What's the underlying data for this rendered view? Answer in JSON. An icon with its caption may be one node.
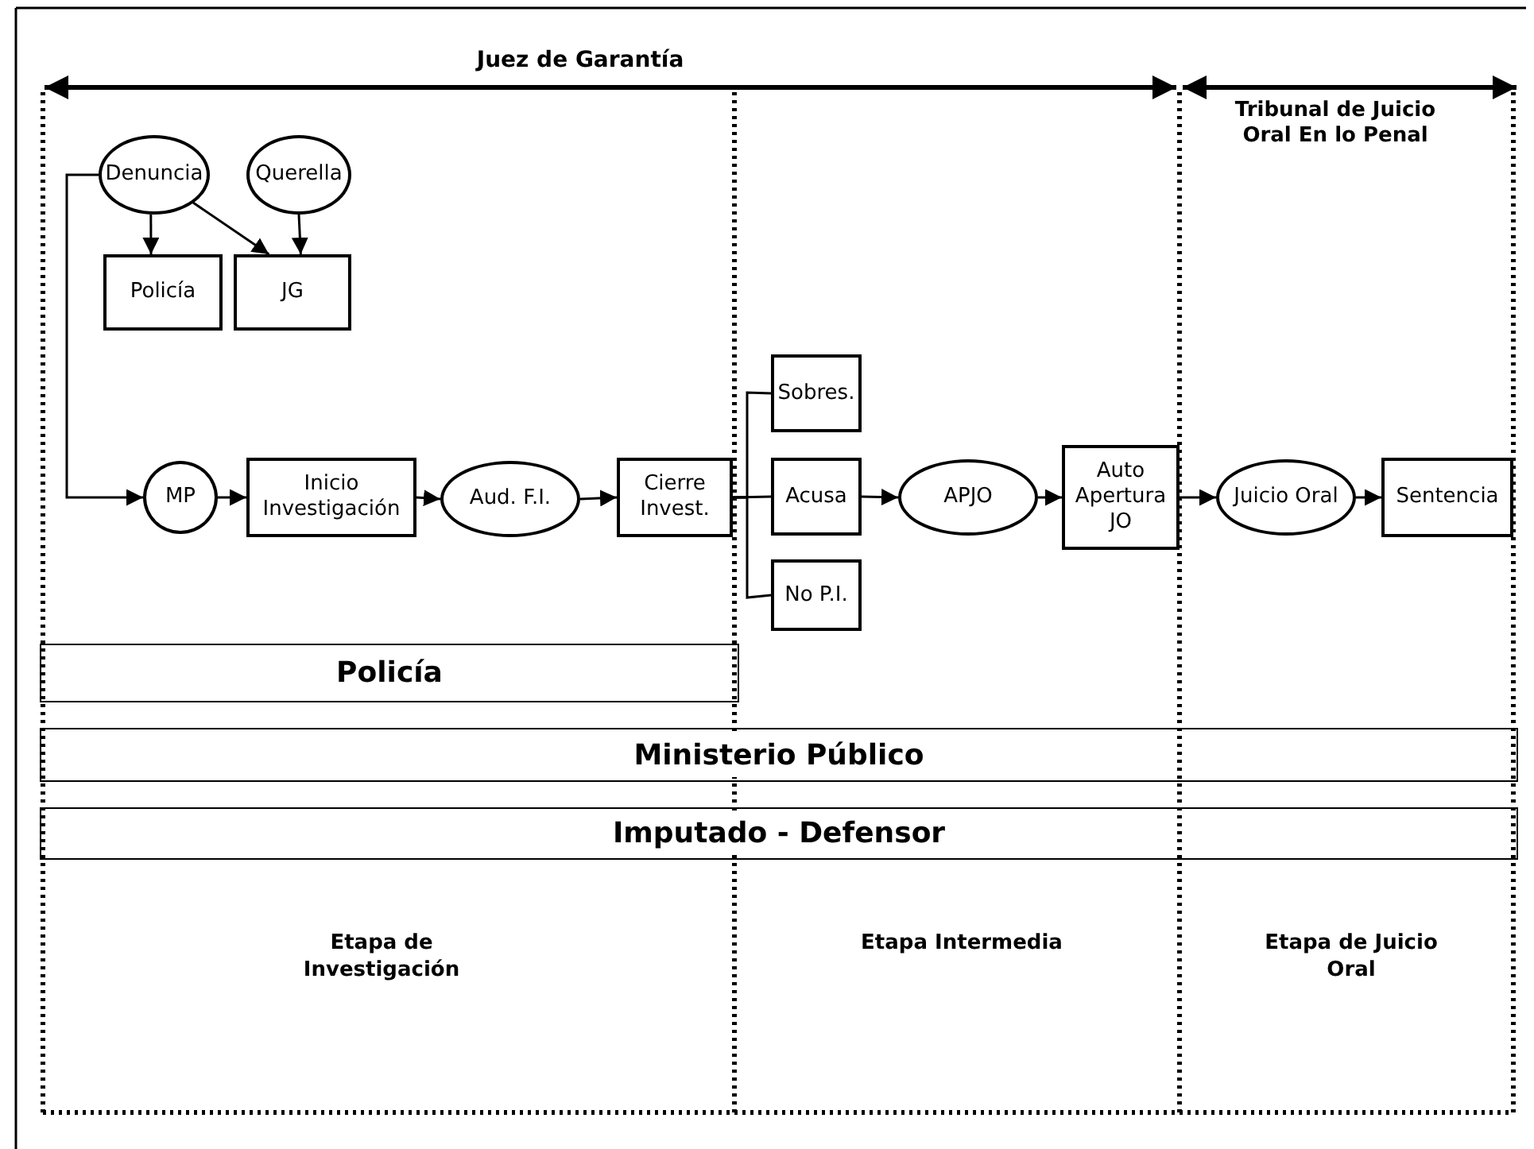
{
  "diagram": {
    "nodes": [
      {
        "text": [
          "Denuncia"
        ]
      },
      {
        "text": [
          "Querella"
        ]
      },
      {
        "text": [
          "Policía"
        ]
      },
      {
        "text": [
          "JG"
        ]
      },
      {
        "text": [
          "MP"
        ]
      },
      {
        "text": [
          "Inicio Investigación"
        ]
      },
      {
        "text": [
          "Aud. F.I."
        ]
      },
      {
        "text": [
          "Cierre Invest."
        ]
      },
      {
        "text": [
          "Sobres."
        ]
      },
      {
        "text": [
          "Acusa"
        ]
      },
      {
        "text": [
          "No P.I."
        ]
      },
      {
        "text": [
          "APJO"
        ]
      },
      {
        "text": [
          "Auto Apertura JO"
        ]
      },
      {
        "text": [
          "Juicio Oral"
        ]
      },
      {
        "text": [
          "Sentencia"
        ]
      },
      {
        "text": [
          "Policía"
        ]
      },
      {
        "text": [
          "Ministerio Público"
        ]
      },
      {
        "text": [
          "Imputado - Defensor"
        ]
      }
    ],
    "edges": [
      {
        "from": 0,
        "to": 2,
        "arrow": "to"
      },
      {
        "from": 0,
        "to": 3,
        "arrow": "to"
      },
      {
        "from": 1,
        "to": 3,
        "arrow": "to"
      },
      {
        "from": 0,
        "to": 4,
        "arrow": "to"
      },
      {
        "from": 4,
        "to": 5,
        "arrow": "to"
      },
      {
        "from": 5,
        "to": 6,
        "arrow": "to"
      },
      {
        "from": 6,
        "to": 7,
        "arrow": "to"
      },
      {
        "from": 7,
        "to": 8,
        "arrow": "none"
      },
      {
        "from": 7,
        "to": 9,
        "arrow": "none"
      },
      {
        "from": 7,
        "to": 10,
        "arrow": "none"
      },
      {
        "from": 9,
        "to": 11,
        "arrow": "to"
      },
      {
        "from": 11,
        "to": 12,
        "arrow": "to"
      },
      {
        "from": 12,
        "to": 13,
        "arrow": "to"
      },
      {
        "from": 13,
        "to": 14,
        "arrow": "to"
      }
    ],
    "labels": [
      "Juez de Garantía",
      "Tribunal de Juicio Oral En lo Penal",
      "Etapa de Investigación",
      "Etapa Intermedia",
      "Etapa de Juicio Oral"
    ]
  }
}
